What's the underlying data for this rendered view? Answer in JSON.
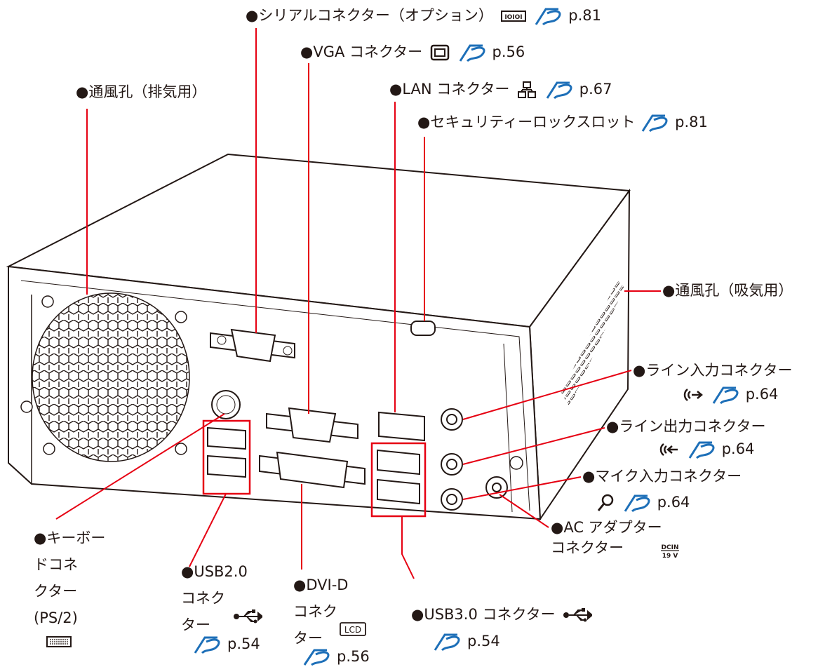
{
  "bullet": "●",
  "colors": {
    "leader": "#e60012",
    "ref_icon": "#1d6fb8",
    "outline": "#231815",
    "highlight_box": "#e60012"
  },
  "labels": {
    "serial": {
      "text": "シリアルコネクター（オプション）",
      "icon": "serial-port-icon",
      "page": "p.81"
    },
    "vga": {
      "text": "VGA コネクター",
      "icon": "vga-monitor-icon",
      "page": "p.56"
    },
    "vent_out": {
      "text": "通風孔（排気用）"
    },
    "lan": {
      "text": "LAN コネクター",
      "icon": "network-icon",
      "page": "p.67"
    },
    "security": {
      "text": "セキュリティーロックスロット",
      "page": "p.81"
    },
    "vent_in": {
      "text": "通風孔（吸気用）"
    },
    "line_in": {
      "text": "ライン入力コネクター",
      "icon": "line-in-icon",
      "page": "p.64"
    },
    "line_out": {
      "text": "ライン出力コネクター",
      "icon": "line-out-icon",
      "page": "p.64"
    },
    "mic": {
      "text": "マイク入力コネクター",
      "icon": "microphone-icon",
      "page": "p.64"
    },
    "ac": {
      "text": "AC アダプター\nコネクター",
      "icon_text_top": "DCIN",
      "icon_text_bottom": "19 V"
    },
    "keyboard": {
      "text": "キーボー\nドコネ\nクター\n(PS/2)",
      "icon": "keyboard-icon"
    },
    "usb2": {
      "text": "USB2.0\nコネク\nター",
      "icon": "usb-icon",
      "page": "p.54"
    },
    "dvi": {
      "text": "DVI-D\nコネク\nター",
      "icon_text": "LCD",
      "page": "p.56"
    },
    "usb3": {
      "text": "USB3.0 コネクター",
      "icon": "usb-icon",
      "page": "p.54"
    }
  },
  "serial_icon_text": "IOIOI"
}
